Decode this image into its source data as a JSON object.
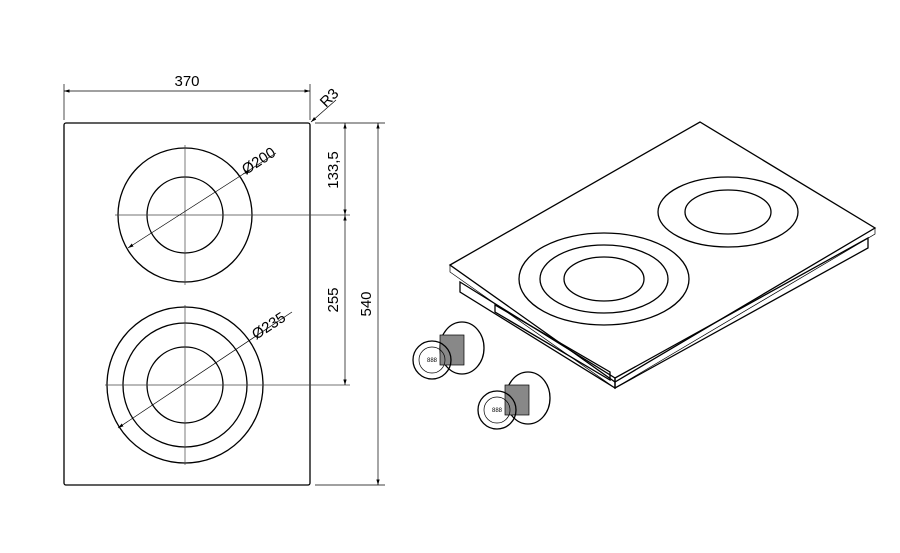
{
  "dimensions": {
    "width": "370",
    "corner_radius": "R3",
    "top_offset": "133,5",
    "zone_spacing": "255",
    "depth": "540",
    "top_zone_diameter": "Ø200",
    "bottom_zone_diameter": "Ø235"
  },
  "knobs": [
    {
      "display": "888"
    },
    {
      "display": "888"
    }
  ]
}
